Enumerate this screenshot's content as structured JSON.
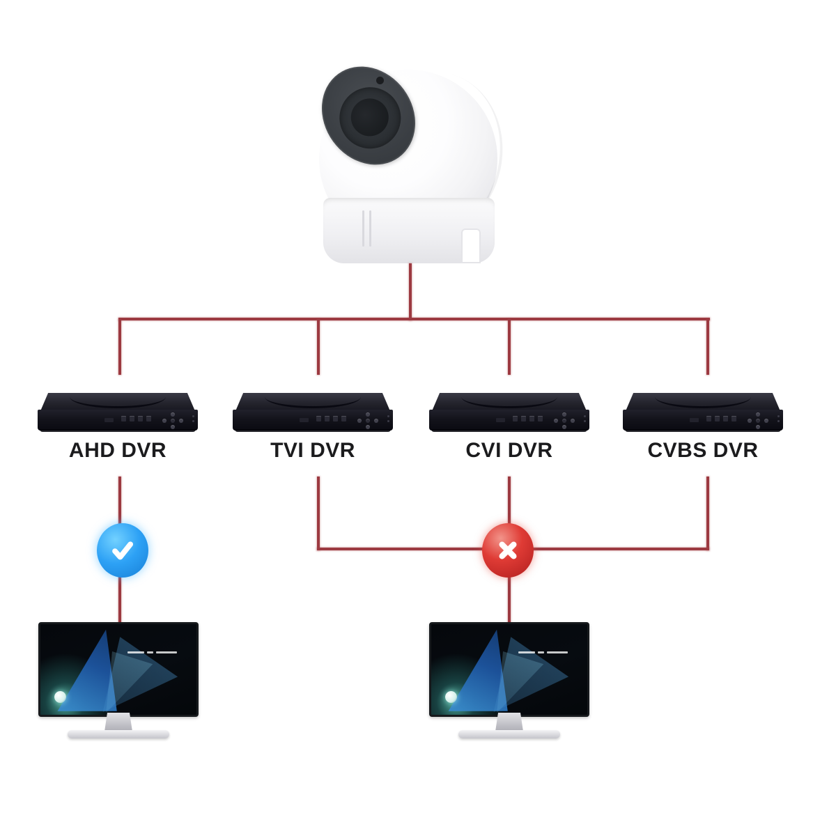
{
  "camera": {
    "type": "dome-camera"
  },
  "dvrs": [
    {
      "label": "AHD DVR",
      "status": "compatible"
    },
    {
      "label": "TVI DVR",
      "status": "incompatible"
    },
    {
      "label": "CVI DVR",
      "status": "incompatible"
    },
    {
      "label": "CVBS DVR",
      "status": "incompatible"
    }
  ],
  "badges": {
    "compatible_icon": "check-icon",
    "incompatible_icon": "cross-icon"
  },
  "monitors": {
    "count": 2
  },
  "colors": {
    "connector_line": "#9c3a41",
    "check_blue": "#2da1f5",
    "cross_red": "#df3b35",
    "label_text": "#1b1b1d",
    "background": "#ffffff"
  }
}
